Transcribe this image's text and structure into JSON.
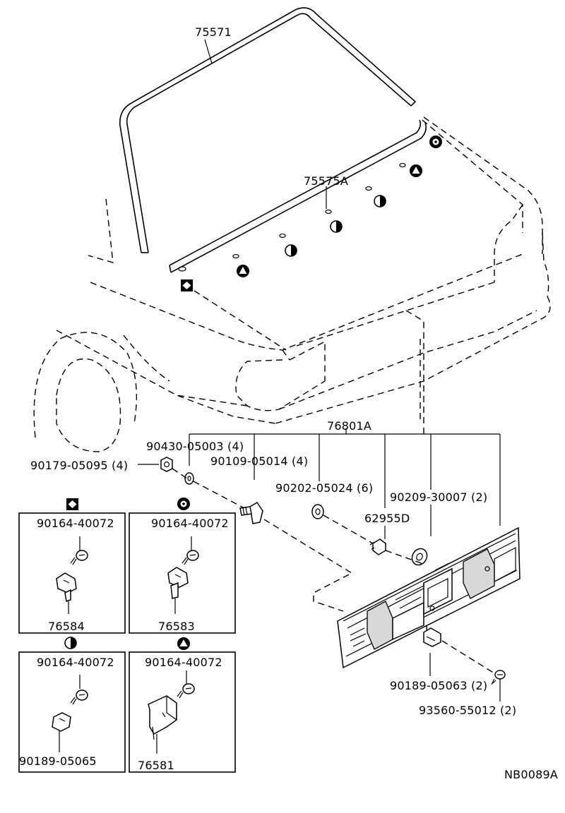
{
  "diagram": {
    "parts": {
      "molding_outer": "75571",
      "molding_inner": "75575A",
      "garnish": "76801A",
      "nut_90179": "90179-05095 (4)",
      "washer_90430": "90430-05003 (4)",
      "screw_90109": "90109-05014 (4)",
      "grommet_90202": "90202-05024 (6)",
      "clip_62955": "62955D",
      "washer_90209": "90209-30007 (2)",
      "clip_90189_top": "90189-05063 (2)",
      "screw_93560": "93560-55012 (2)"
    },
    "detail_boxes": [
      {
        "symbol": "square-diamond",
        "screw": "90164-40072",
        "part": "76584"
      },
      {
        "symbol": "circle-dot",
        "screw": "90164-40072",
        "part": "76583"
      },
      {
        "symbol": "half-circle",
        "screw": "90164-40072",
        "part": "90189-05065"
      },
      {
        "symbol": "circle-triangle",
        "screw": "90164-40072",
        "part": "76581"
      }
    ],
    "figure_code": "NB0089A"
  }
}
